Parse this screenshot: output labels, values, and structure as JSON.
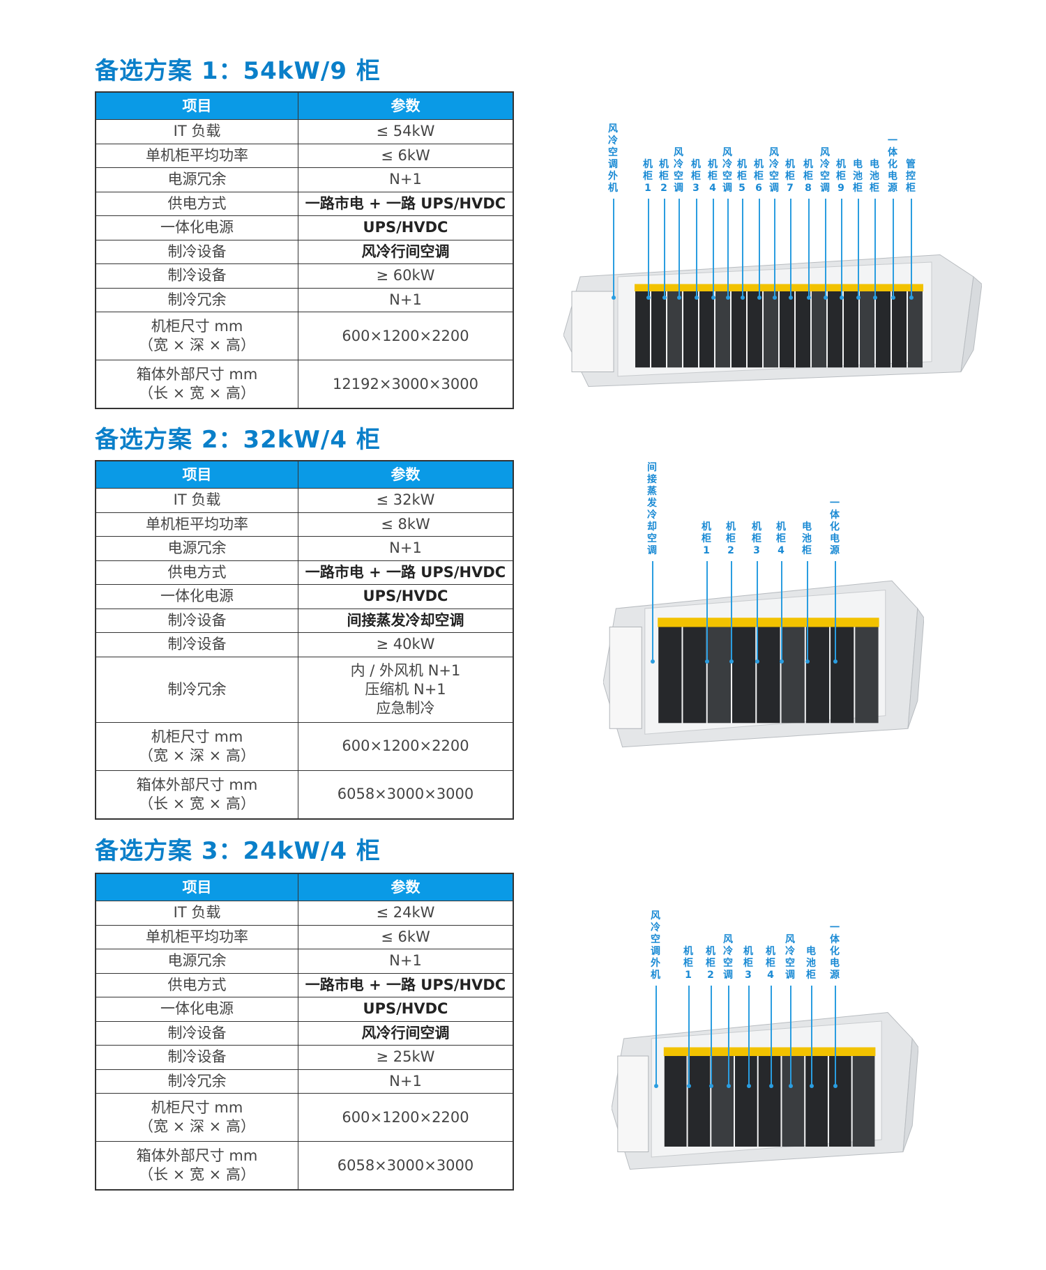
{
  "plans": [
    {
      "title": "备选方案 1：54kW/9 柜",
      "header": [
        "项目",
        "参数"
      ],
      "rows": [
        [
          "IT 负载",
          "≤ 54kW"
        ],
        [
          "单机柜平均功率",
          "≤ 6kW"
        ],
        [
          "电源冗余",
          "N+1"
        ],
        [
          "供电方式",
          "一路市电 + 一路 UPS/HVDC"
        ],
        [
          "一体化电源",
          "UPS/HVDC"
        ],
        [
          "制冷设备",
          "风冷行间空调"
        ],
        [
          "制冷设备",
          "≥ 60kW"
        ],
        [
          "制冷冗余",
          "N+1"
        ],
        [
          "机柜尺寸 mm\n（宽 × 深 × 高）",
          "600×1200×2200"
        ],
        [
          "箱体外部尺寸 mm\n（长 × 宽 × 高）",
          "12192×3000×3000"
        ]
      ],
      "labels": [
        "风冷空调外机",
        "机柜1",
        "机柜2",
        "风冷空调",
        "机柜3",
        "机柜4",
        "风冷空调",
        "机柜5",
        "机柜6",
        "风冷空调",
        "机柜7",
        "机柜8",
        "风冷空调",
        "机柜9",
        "电池柜",
        "电池柜",
        "一体化电源",
        "管控柜"
      ]
    },
    {
      "title": "备选方案 2：32kW/4 柜",
      "header": [
        "项目",
        "参数"
      ],
      "rows": [
        [
          "IT 负载",
          "≤ 32kW"
        ],
        [
          "单机柜平均功率",
          "≤ 8kW"
        ],
        [
          "电源冗余",
          "N+1"
        ],
        [
          "供电方式",
          "一路市电 + 一路 UPS/HVDC"
        ],
        [
          "一体化电源",
          "UPS/HVDC"
        ],
        [
          "制冷设备",
          "间接蒸发冷却空调"
        ],
        [
          "制冷设备",
          "≥ 40kW"
        ],
        [
          "制冷冗余",
          "内 / 外风机 N+1\n压缩机 N+1\n应急制冷"
        ],
        [
          "机柜尺寸 mm\n（宽 × 深 × 高）",
          "600×1200×2200"
        ],
        [
          "箱体外部尺寸 mm\n（长 × 宽 × 高）",
          "6058×3000×3000"
        ]
      ],
      "labels": [
        "间接蒸发冷却空调",
        "机柜1",
        "机柜2",
        "机柜3",
        "机柜4",
        "电池柜",
        "一体化电源"
      ]
    },
    {
      "title": "备选方案 3：24kW/4 柜",
      "header": [
        "项目",
        "参数"
      ],
      "rows": [
        [
          "IT 负载",
          "≤ 24kW"
        ],
        [
          "单机柜平均功率",
          "≤ 6kW"
        ],
        [
          "电源冗余",
          "N+1"
        ],
        [
          "供电方式",
          "一路市电 + 一路 UPS/HVDC"
        ],
        [
          "一体化电源",
          "UPS/HVDC"
        ],
        [
          "制冷设备",
          "风冷行间空调"
        ],
        [
          "制冷设备",
          "≥ 25kW"
        ],
        [
          "制冷冗余",
          "N+1"
        ],
        [
          "机柜尺寸 mm\n（宽 × 深 × 高）",
          "600×1200×2200"
        ],
        [
          "箱体外部尺寸 mm\n（长 × 宽 × 高）",
          "6058×3000×3000"
        ]
      ],
      "labels": [
        "风冷空调外机",
        "机柜1",
        "机柜2",
        "风冷空调",
        "机柜3",
        "机柜4",
        "风冷空调",
        "电池柜",
        "一体化电源"
      ]
    }
  ]
}
